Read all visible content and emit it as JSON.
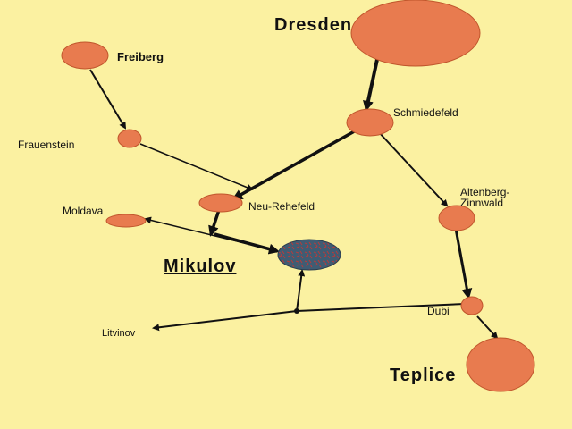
{
  "colors": {
    "background": "#fbf1a1",
    "node": "#e87b4f",
    "node_stroke": "#c0562c",
    "highlight_node": "#3f5c73",
    "highlight_speckle": "#b83a3a",
    "arrow": "#111111"
  },
  "places": {
    "dresden": "Dresden",
    "freiberg": "Freiberg",
    "schmiedefeld": "Schmiedefeld",
    "frauenstein": "Frauenstein",
    "altenberg_line1": "Altenberg-",
    "altenberg_line2": "Zinnwald",
    "neu_rehefeld": "Neu-Rehefeld",
    "moldava": "Moldava",
    "mikulov": "Mikulov",
    "dubi": "Dubi",
    "litvinov": "Litvinov",
    "teplice": "Teplice"
  }
}
